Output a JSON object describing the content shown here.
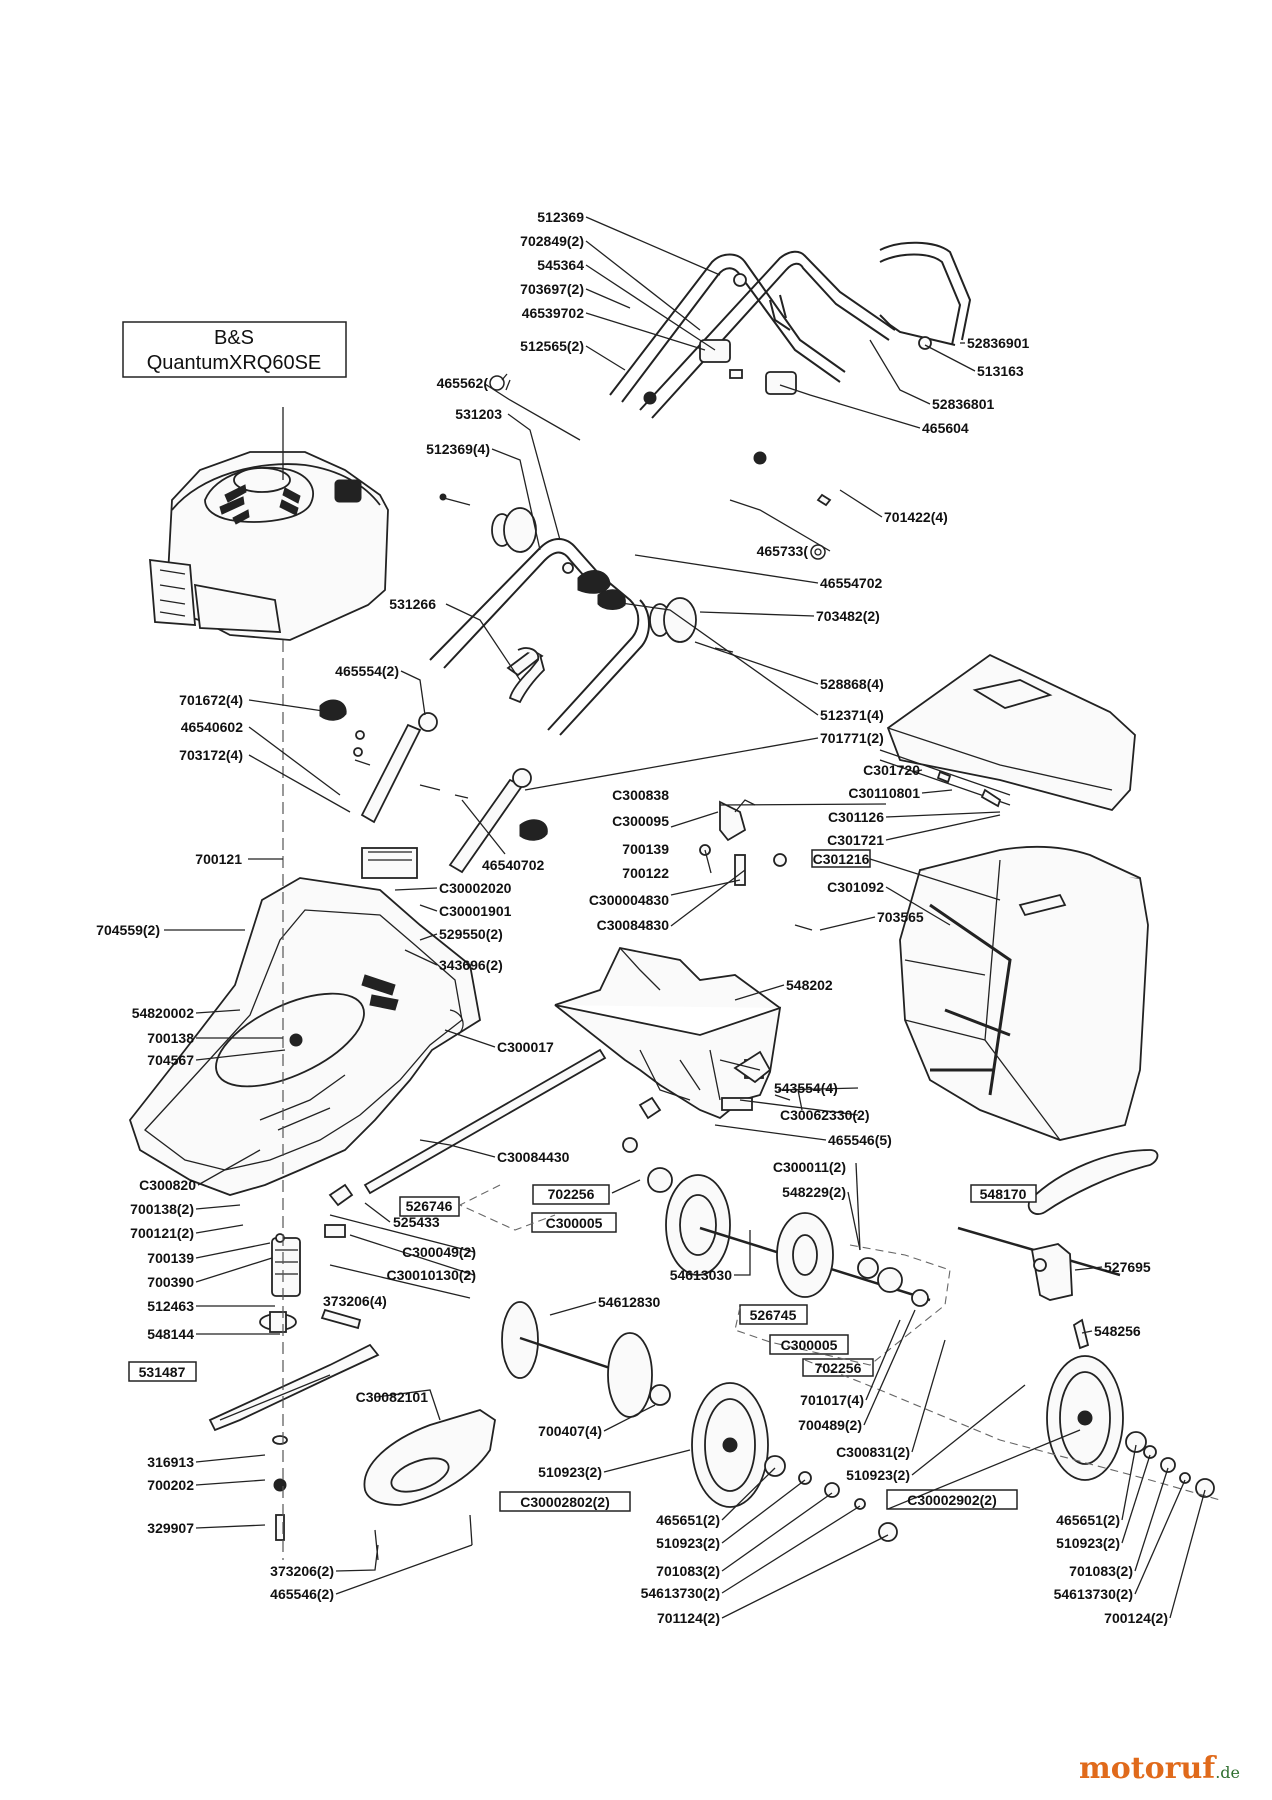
{
  "engine": {
    "line1": "B&S",
    "line2": "QuantumXRQ60SE"
  },
  "labels": {
    "p512369": "512369",
    "p702849_2": "702849(2)",
    "p545364": "545364",
    "p703697_2": "703697(2)",
    "p46539702": "46539702",
    "p512565_2": "512565(2)",
    "p52836901": "52836901",
    "p513163": "513163",
    "p465562": "465562(",
    "p52836801": "52836801",
    "p465604": "465604",
    "p531203": "531203",
    "p512369_4": "512369(4)",
    "p701422_4": "701422(4)",
    "p465733": "465733(",
    "p46554702": "46554702",
    "p531266": "531266",
    "p703482_2": "703482(2)",
    "p465554_2": "465554(2)",
    "p528868_4": "528868(4)",
    "p701672_4": "701672(4)",
    "p512371_4": "512371(4)",
    "p46540602": "46540602",
    "p701771_2": "701771(2)",
    "p703172_4": "703172(4)",
    "pC301720": "C301720",
    "pC30110801": "C30110801",
    "pC300838": "C300838",
    "pC301126": "C301126",
    "pC300095": "C300095",
    "pC301721": "C301721",
    "p46540702": "46540702",
    "p700139a": "700139",
    "pC301216": "C301216",
    "p700121": "700121",
    "p700122": "700122",
    "pC301092": "C301092",
    "pC30002020": "C30002020",
    "pC300004830": "C300004830",
    "pC30001901": "C30001901",
    "p703565": "703565",
    "p704559_2": "704559(2)",
    "p529550_2": "529550(2)",
    "pC30084830": "C30084830",
    "p343696_2": "343696(2)",
    "p548202": "548202",
    "p54820002": "54820002",
    "p700138": "700138",
    "pC300017": "C300017",
    "p704567": "704567",
    "p543554_4": "543554(4)",
    "pC30062330_2": "C30062330(2)",
    "p465546_5": "465546(5)",
    "pC30084430": "C30084430",
    "pC300011_2": "C300011(2)",
    "pC300820": "C300820",
    "p702256a": "702256",
    "p548229_2": "548229(2)",
    "p548170": "548170",
    "p700138_2": "700138(2)",
    "p526746": "526746",
    "pC300005a": "C300005",
    "p700121_2": "700121(2)",
    "p525433": "525433",
    "p700139b": "700139",
    "pC300049_2": "C300049(2)",
    "p527695": "527695",
    "p700390": "700390",
    "pC30010130_2": "C30010130(2)",
    "p54613030": "54613030",
    "p512463": "512463",
    "p373206_4": "373206(4)",
    "p54612830": "54612830",
    "p526745": "526745",
    "p548144": "548144",
    "p548256": "548256",
    "pC300005b": "C300005",
    "p531487": "531487",
    "p702256b": "702256",
    "pC30082101": "C30082101",
    "p701017_4": "701017(4)",
    "p700407_4": "700407(4)",
    "p700489_2": "700489(2)",
    "p316913": "316913",
    "pC300831_2": "C300831(2)",
    "p510923_2a": "510923(2)",
    "p510923_2b": "510923(2)",
    "p700202": "700202",
    "pC30002802_2": "C30002802(2)",
    "pC30002902_2": "C30002902(2)",
    "p329907": "329907",
    "p465651_2a": "465651(2)",
    "p465651_2b": "465651(2)",
    "p510923_2c": "510923(2)",
    "p510923_2d": "510923(2)",
    "p373206_2": "373206(2)",
    "p701083_2a": "701083(2)",
    "p701083_2b": "701083(2)",
    "p465546_2": "465546(2)",
    "p54613730_2a": "54613730(2)",
    "p54613730_2b": "54613730(2)",
    "p701124_2": "701124(2)",
    "p700124_2": "700124(2)"
  },
  "watermark": {
    "brand": "motoruf",
    "tld": ".de"
  }
}
